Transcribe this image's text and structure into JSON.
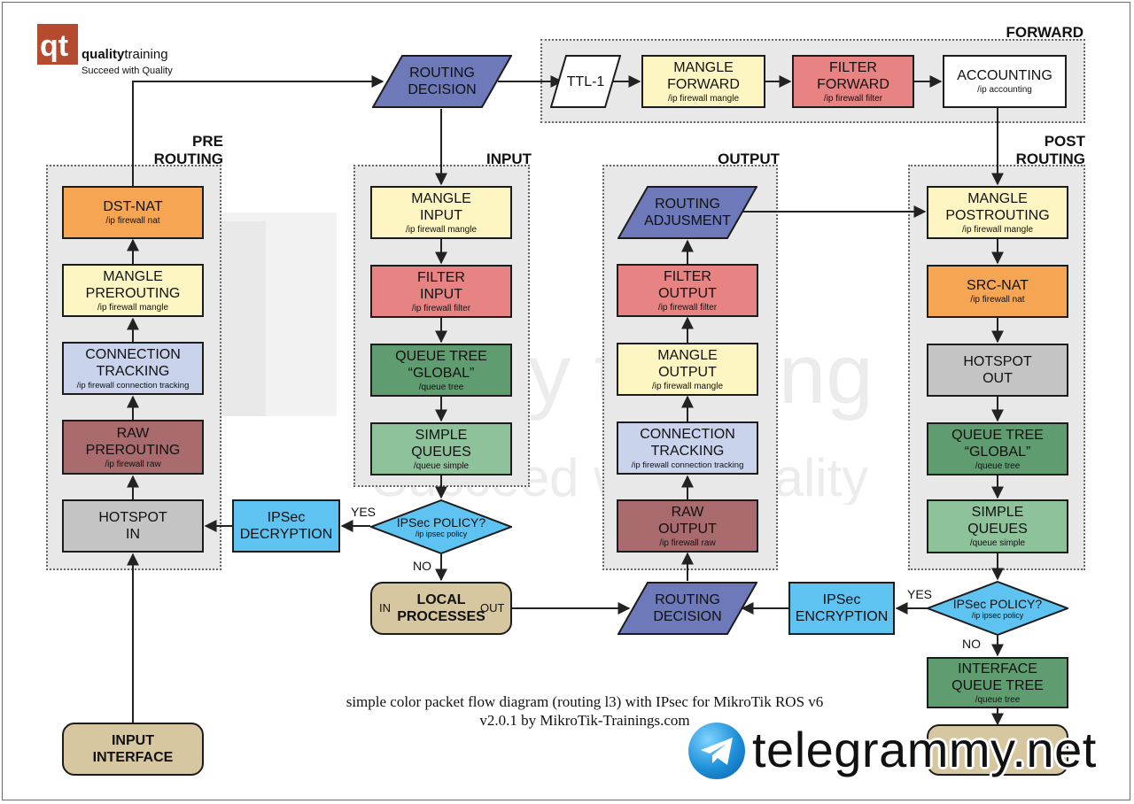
{
  "logo": {
    "name_bold": "quality",
    "name_rest": "training",
    "tagline": "Succeed with Quality"
  },
  "colors": {
    "mangle": "#fdf6c3",
    "filter": "#e88383",
    "nat": "#f6a552",
    "raw": "#a96b6e",
    "conntrack": "#c9d3ec",
    "hotspot": "#c4c4c4",
    "queue_tree": "#5f9d70",
    "simple_queues": "#8dc29b",
    "decision": "#6d79b8",
    "ipsec": "#5ec3f0",
    "endpoint": "#d6c7a0",
    "accounting": "#ffffff"
  },
  "groups": {
    "prerouting": "PRE\nROUTING",
    "input": "INPUT",
    "output": "OUTPUT",
    "postrouting": "POST\nROUTING",
    "forward": "FORWARD"
  },
  "boxes": {
    "dst_nat": {
      "title": "DST-NAT",
      "sub": "/ip firewall nat"
    },
    "mangle_prerouting": {
      "title": "MANGLE\nPREROUTING",
      "sub": "/ip firewall mangle"
    },
    "conn_tracking_pre": {
      "title": "CONNECTION\nTRACKING",
      "sub": "/ip firewall connection tracking"
    },
    "raw_prerouting": {
      "title": "RAW\nPREROUTING",
      "sub": "/ip firewall raw"
    },
    "hotspot_in": {
      "title": "HOTSPOT\nIN"
    },
    "input_interface": {
      "title": "INPUT\nINTERFACE"
    },
    "mangle_input": {
      "title": "MANGLE\nINPUT",
      "sub": "/ip firewall mangle"
    },
    "filter_input": {
      "title": "FILTER\nINPUT",
      "sub": "/ip firewall filter"
    },
    "queue_tree_global_in": {
      "title": "QUEUE TREE\n“GLOBAL”",
      "sub": "/queue tree"
    },
    "simple_queues_in": {
      "title": "SIMPLE\nQUEUES",
      "sub": "/queue simple"
    },
    "ipsec_decryption": {
      "title": "IPSec\nDECRYPTION"
    },
    "local_processes": {
      "title": "LOCAL\nPROCESSES",
      "in": "IN",
      "out": "OUT"
    },
    "filter_output": {
      "title": "FILTER\nOUTPUT",
      "sub": "/ip firewall filter"
    },
    "mangle_output": {
      "title": "MANGLE\nOUTPUT",
      "sub": "/ip firewall mangle"
    },
    "conn_tracking_out": {
      "title": "CONNECTION\nTRACKING",
      "sub": "/ip firewall connection tracking"
    },
    "raw_output": {
      "title": "RAW\nOUTPUT",
      "sub": "/ip firewall raw"
    },
    "ipsec_encryption": {
      "title": "IPSec\nENCRYPTION"
    },
    "mangle_postrouting": {
      "title": "MANGLE\nPOSTROUTING",
      "sub": "/ip firewall mangle"
    },
    "src_nat": {
      "title": "SRC-NAT",
      "sub": "/ip firewall nat"
    },
    "hotspot_out": {
      "title": "HOTSPOT\nOUT"
    },
    "queue_tree_global_post": {
      "title": "QUEUE TREE\n“GLOBAL”",
      "sub": "/queue tree"
    },
    "simple_queues_post": {
      "title": "SIMPLE\nQUEUES",
      "sub": "/queue simple"
    },
    "interface_queue_tree": {
      "title": "INTERFACE\nQUEUE TREE",
      "sub": "/queue tree"
    },
    "mangle_forward": {
      "title": "MANGLE\nFORWARD",
      "sub": "/ip firewall mangle"
    },
    "filter_forward": {
      "title": "FILTER\nFORWARD",
      "sub": "/ip firewall filter"
    },
    "accounting": {
      "title": "ACCOUNTING",
      "sub": "/ip accounting"
    }
  },
  "parallelograms": {
    "routing_decision_top": "ROUTING\nDECISION",
    "ttl": "TTL-1",
    "routing_adjusment": "ROUTING\nADJUSMENT",
    "routing_decision_bottom": "ROUTING\nDECISION"
  },
  "diamonds": {
    "ipsec_policy_input": {
      "title": "IPSec POLICY?",
      "sub": "/ip ipsec policy"
    },
    "ipsec_policy_post": {
      "title": "IPSec POLICY?",
      "sub": "/ip ipsec policy"
    }
  },
  "labels": {
    "yes": "YES",
    "no": "NO"
  },
  "caption": {
    "line1": "simple color packet flow diagram (routing l3) with IPsec for MikroTik ROS v6",
    "line2": "v2.0.1 by MikroTik-Trainings.com"
  },
  "watermark_text": "telegrammy.net"
}
